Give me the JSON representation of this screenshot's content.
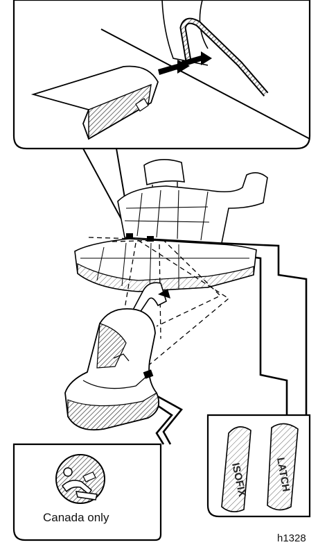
{
  "captions": {
    "canada_only": "Canada only",
    "figure_code": "h1328"
  },
  "tags": {
    "left": "ISOFIX",
    "right": "LATCH"
  },
  "icons": {
    "child_restraint_symbol": "child-seat-anchor-icon"
  }
}
